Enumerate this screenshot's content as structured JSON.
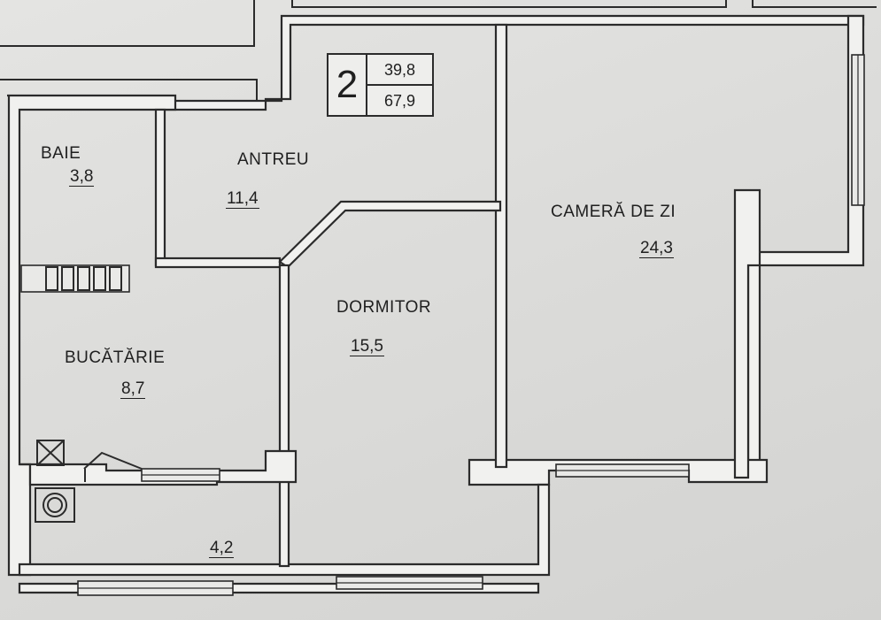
{
  "apartment": {
    "rooms": "2",
    "living_area": "39,8",
    "total_area": "67,9"
  },
  "rooms": {
    "bathroom": {
      "label": "BAIE",
      "area": "3,8"
    },
    "hallway": {
      "label": "ANTREU",
      "area": "11,4"
    },
    "living_room": {
      "label": "CAMERĂ DE ZI",
      "area": "24,3"
    },
    "bedroom": {
      "label": "DORMITOR",
      "area": "15,5"
    },
    "kitchen": {
      "label": "BUCĂTĂRIE",
      "area": "8,7"
    },
    "balcony": {
      "area": "4,2"
    }
  }
}
